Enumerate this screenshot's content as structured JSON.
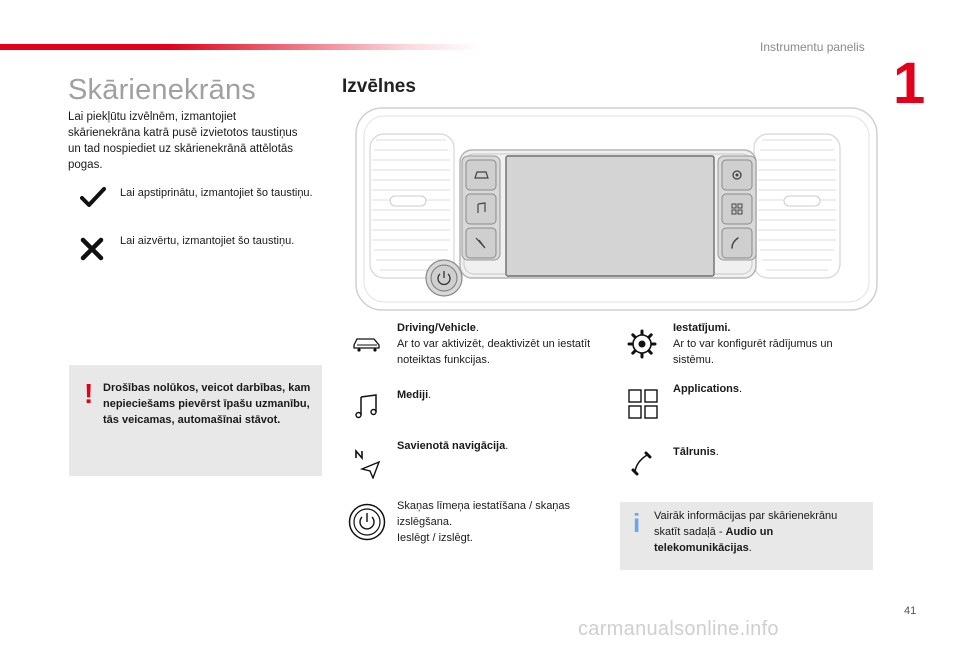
{
  "header": {
    "title": "Instrumentu panelis",
    "chapter": "1"
  },
  "page_title": "Skārienekrāns",
  "section_title": "Izvēlnes",
  "intro": "Lai piekļūtu izvēlnēm, izmantojiet skārienekrāna katrā pusē izvietotos taustiņus un tad nospiediet uz skārienekrānā attēlotās pogas.",
  "confirm": {
    "icon": "check-icon",
    "text": "Lai apstiprinātu, izmantojiet šo taustiņu."
  },
  "cancel": {
    "icon": "cross-icon",
    "text": "Lai aizvērtu, izmantojiet šo taustiņu."
  },
  "warning": {
    "mark": "!",
    "text": "Drošības nolūkos, veicot darbības, kam nepieciešams pievērst īpašu uzmanību, tās veicamas, automašīnai stāvot."
  },
  "menus": {
    "driving": {
      "icon": "car-icon",
      "title": "Driving/Vehicle",
      "suffix": ".",
      "desc": "Ar to var aktivizēt, deaktivizēt un iestatīt noteiktas funkcijas."
    },
    "media": {
      "icon": "music-note-icon",
      "title": "Mediji",
      "suffix": "."
    },
    "navigation": {
      "icon": "navigation-icon",
      "title": "Savienotā navigācija",
      "suffix": "."
    },
    "volume": {
      "icon": "power-knob-icon",
      "line1": "Skaņas līmeņa iestatīšana / skaņas izslēgšana.",
      "line2": "Ieslēgt / izslēgt."
    },
    "settings": {
      "icon": "gear-icon",
      "title": "Iestatījumi.",
      "desc": "Ar to var konfigurēt rādījumus un sistēmu."
    },
    "applications": {
      "icon": "apps-grid-icon",
      "title": "Applications",
      "suffix": "."
    },
    "phone": {
      "icon": "phone-icon",
      "title": "Tālrunis",
      "suffix": "."
    }
  },
  "info": {
    "mark": "i",
    "text_pre": "Vairāk informācijas par skārienekrānu skatīt sadaļā - ",
    "text_bold": "Audio un telekomunikācijas",
    "text_post": "."
  },
  "page_number": "41",
  "watermark": "carmanualsonline.info",
  "colors": {
    "accent": "#e2001a",
    "info": "#6aa6e8",
    "box": "#e8e8e8"
  }
}
